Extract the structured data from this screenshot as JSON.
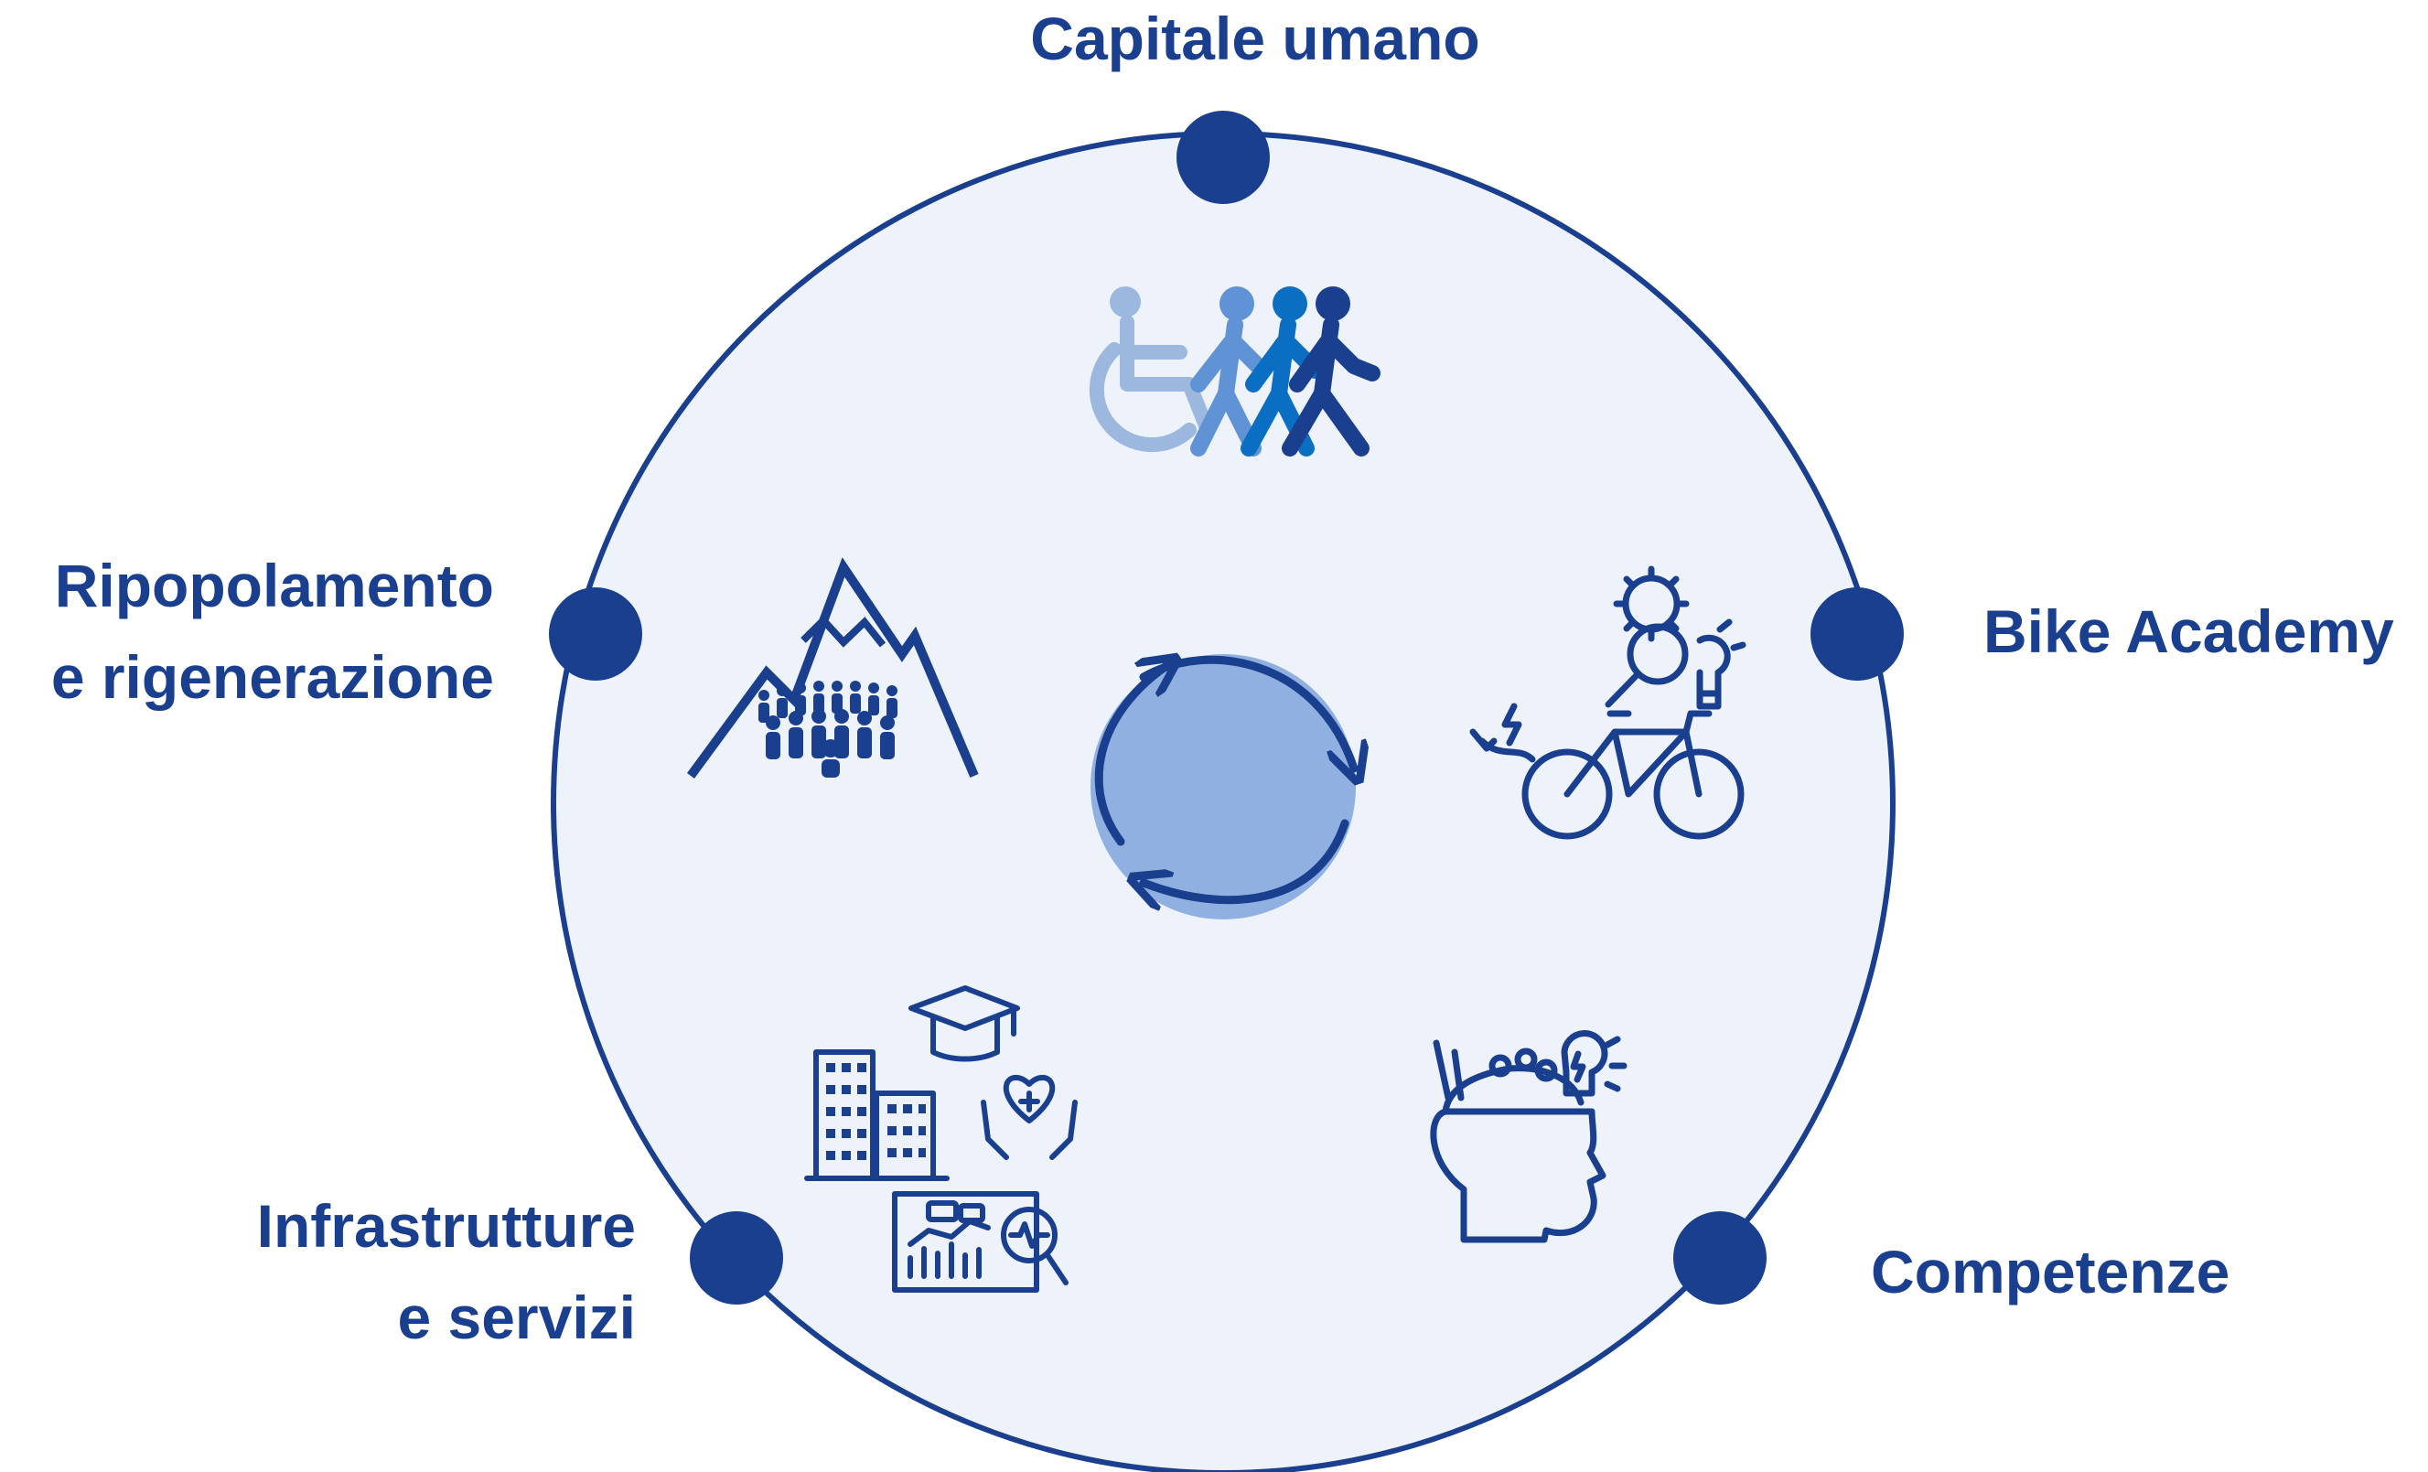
{
  "colors": {
    "navy": "#1a3f8f",
    "circle_fill": "#eef3fb",
    "center_fill": "#8fb0e0",
    "figure_light": "#9cb8df",
    "figure_mid1": "#5f93d6",
    "figure_mid2": "#0a6fc2",
    "figure_dark": "#1a3f8f"
  },
  "nodes": {
    "top": {
      "label_lines": [
        "Capitale umano"
      ],
      "icon": "people-walking-wheelchair-icon"
    },
    "right": {
      "label_lines": [
        "Bike Academy"
      ],
      "icon": "e-bike-innovation-icon"
    },
    "bottom_right": {
      "label_lines": [
        "Competenze"
      ],
      "icon": "head-knowledge-icon"
    },
    "bottom_left": {
      "label_lines": [
        "Infrastrutture",
        "e servizi"
      ],
      "icon": "services-infrastructure-icon"
    },
    "left": {
      "label_lines": [
        "Ripopolamento",
        "e rigenerazione"
      ],
      "icon": "mountain-community-icon"
    }
  },
  "center_icon": "cycle-arrows-icon"
}
